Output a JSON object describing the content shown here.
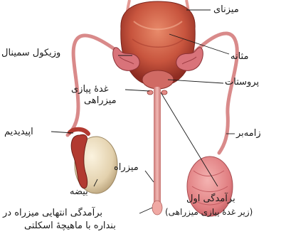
{
  "labels": {
    "ureter": "میزنای",
    "seminal_vesicle": "وزیکول سمینال",
    "bladder": "مثانه",
    "bulbourethral_gland_l1": "غدهٔ پیازی",
    "bulbourethral_gland_l2": "میزراهی",
    "prostate": "پروستات",
    "vas_deferens": "زامه‌بر",
    "epididymis": "اپیدیدیم",
    "urethra": "میزراه",
    "testis": "بیضه",
    "first_bulge_l1": "برآمدگی اول",
    "first_bulge_l2": "(زیر غدهٔ پیازی میزراهی)",
    "end_bulge_l1": "برآمدگی انتهایی میزراه در",
    "end_bulge_l2": "بنداره با ماهیچهٔ اسکلتی"
  },
  "colors": {
    "vas": "#d98a8a",
    "bladder": "#c45a4a",
    "testis": "#e9dcc0",
    "testis_right": "#e38b8e",
    "epididymis": "#b23a30"
  }
}
